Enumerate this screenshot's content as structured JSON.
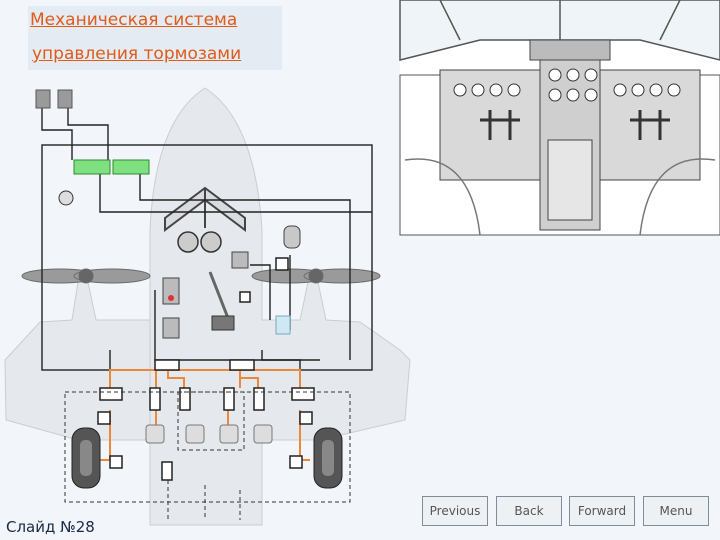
{
  "slide": {
    "title_line1": "Механическая система",
    "title_line2": "управления тормозами",
    "number": "Слайд №28"
  },
  "nav": {
    "previous": "Previous",
    "back": "Back",
    "forward": "Forward",
    "menu": "Menu"
  },
  "colors": {
    "title": "#e05a1a",
    "hydraulic_line": "#e88a3a",
    "valve_green": "#7fe07f",
    "wire": "#222222"
  },
  "icons": [
    "brake-pedal-icon",
    "pressure-gauge-icon",
    "wheel-icon",
    "propeller-icon",
    "accumulator-icon",
    "lever-icon"
  ]
}
